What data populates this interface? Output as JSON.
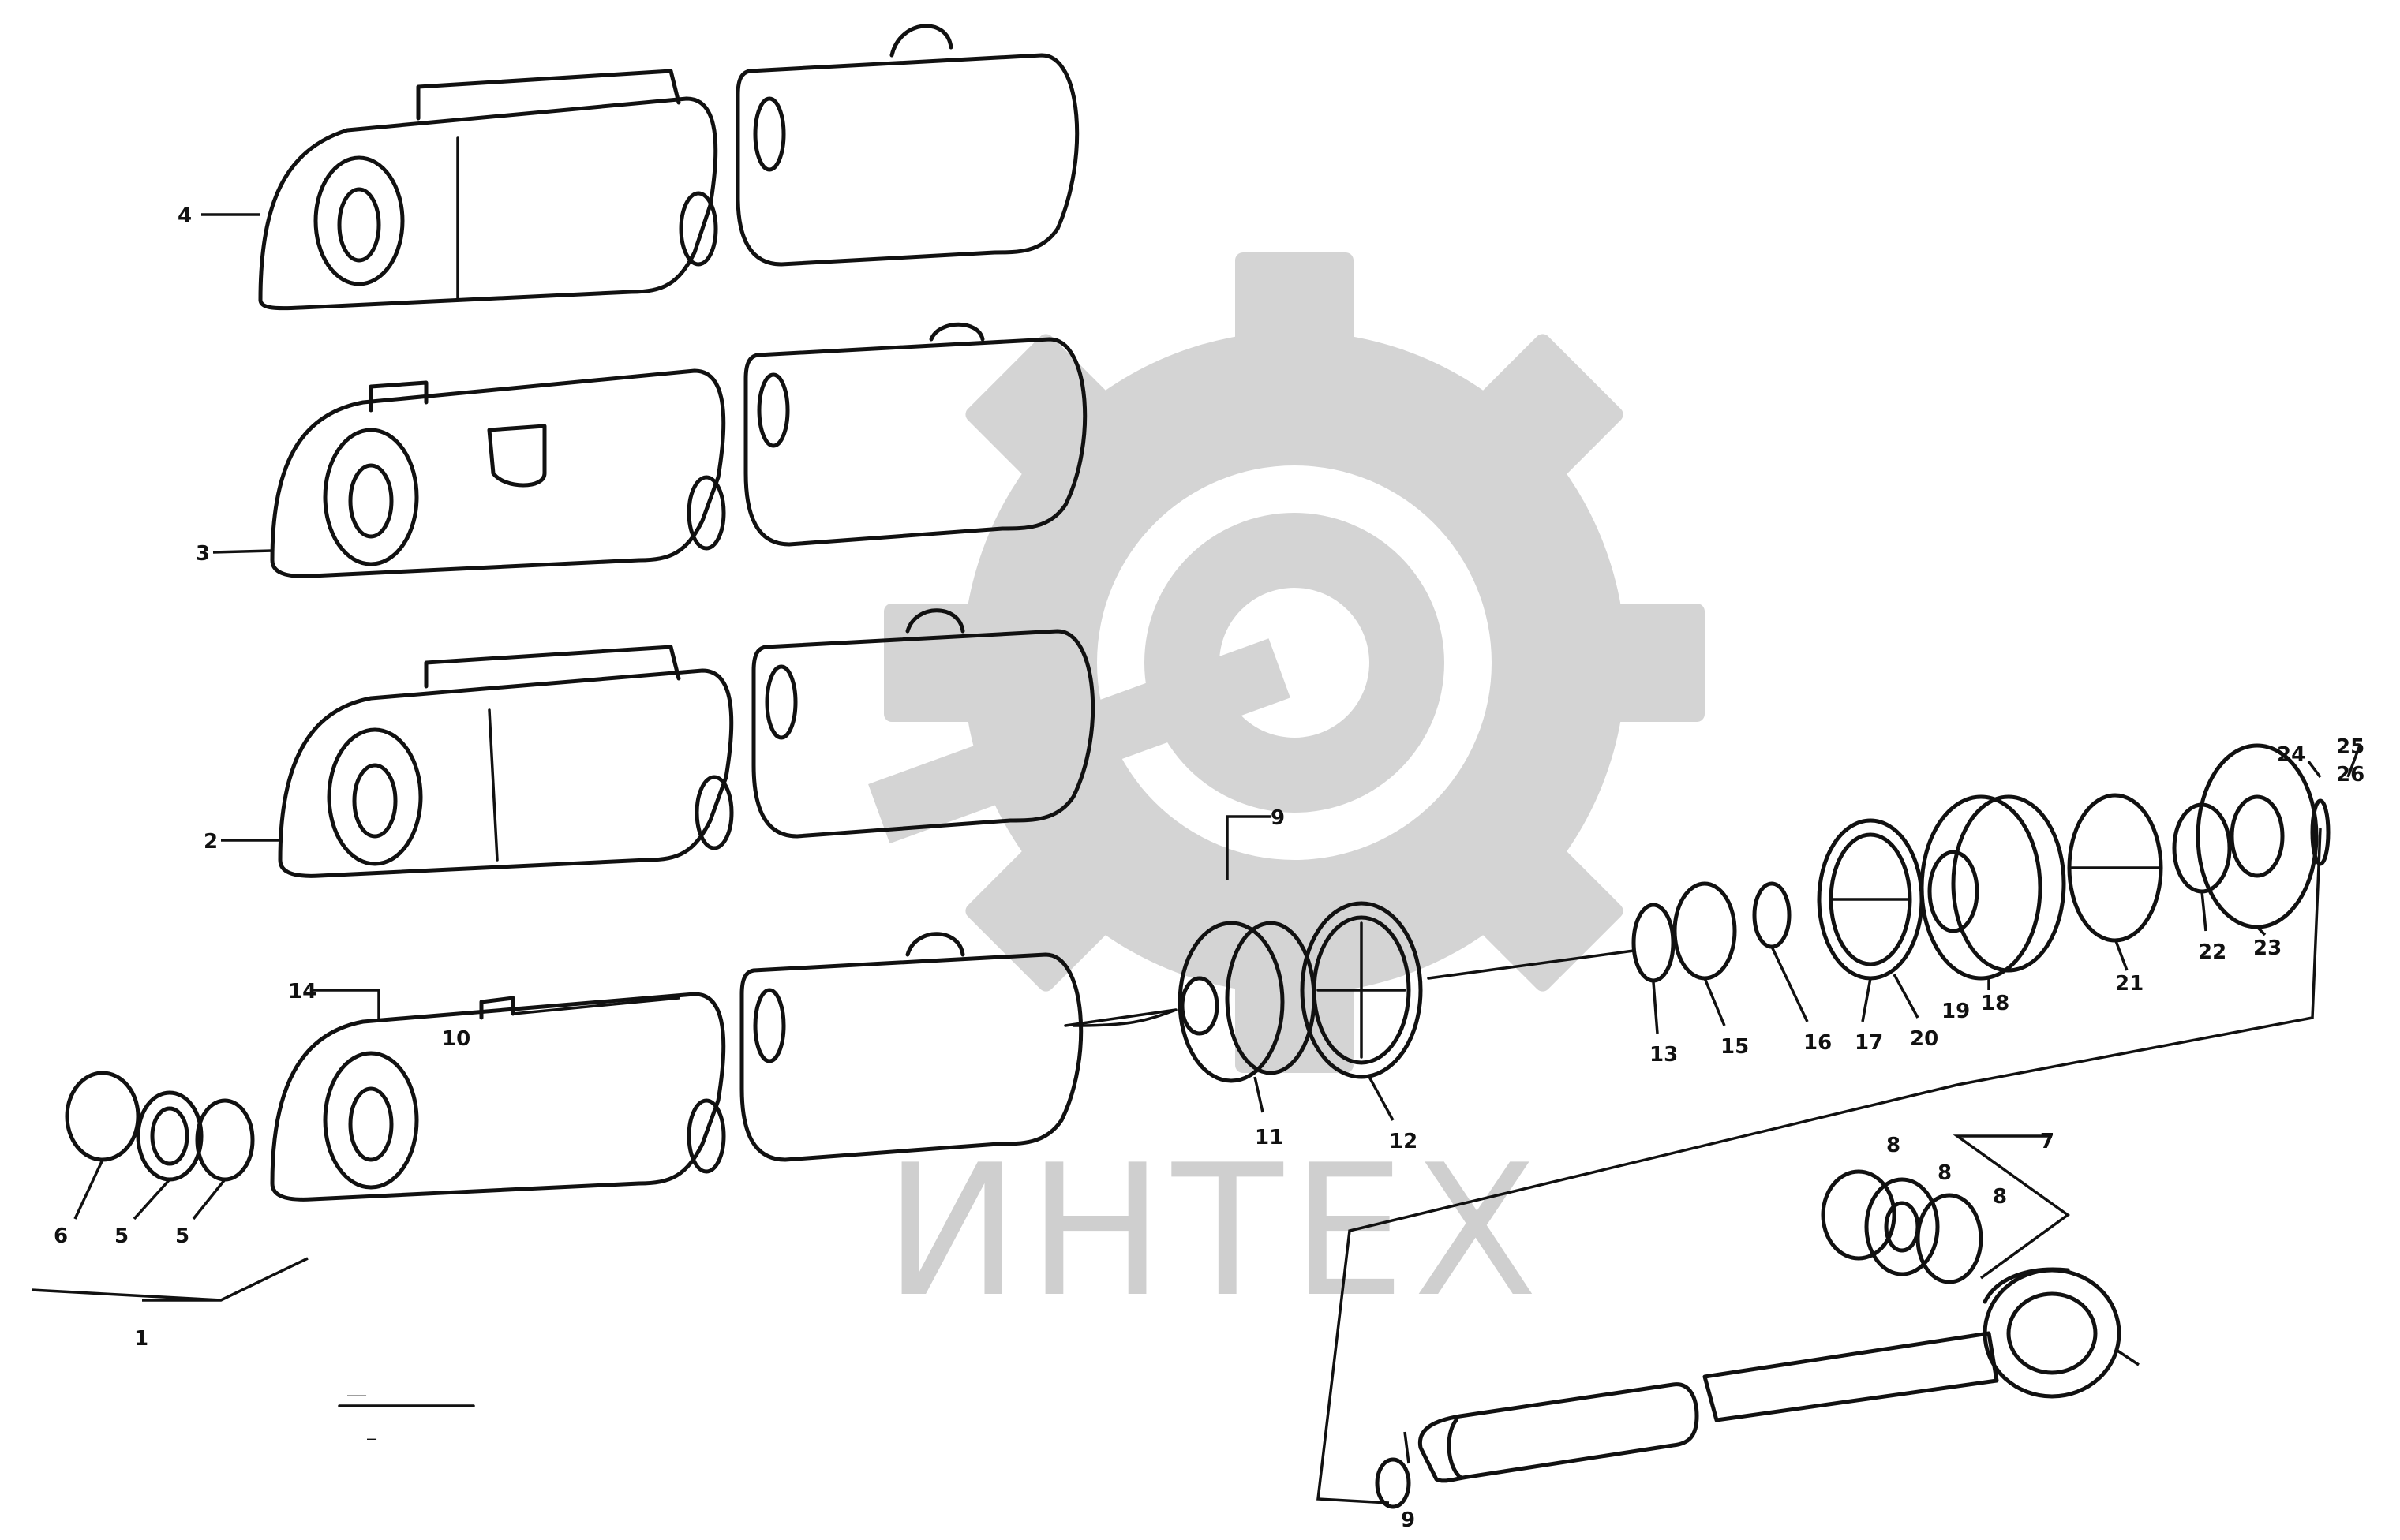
{
  "watermark": {
    "text": "ИНТЕХ",
    "icon": "gear-wrench-logo-icon"
  },
  "callouts": {
    "c_4": "4",
    "c_3": "3",
    "c_2": "2",
    "c_14": "14",
    "c_1": "1",
    "c_6": "6",
    "c_5a": "5",
    "c_5b": "5",
    "c_7": "7",
    "c_8a": "8",
    "c_8b": "8",
    "c_8c": "8",
    "c_9a": "9",
    "c_9b": "9",
    "c_10": "10",
    "c_11": "11",
    "c_12": "12",
    "c_13": "13",
    "c_15": "15",
    "c_16": "16",
    "c_17": "17",
    "c_18": "18",
    "c_19": "19",
    "c_20": "20",
    "c_21": "21",
    "c_22": "22",
    "c_23": "23",
    "c_24": "24",
    "c_25": "25",
    "c_26": "26"
  },
  "drawing_note": {
    "code": "——",
    "number": "—"
  }
}
